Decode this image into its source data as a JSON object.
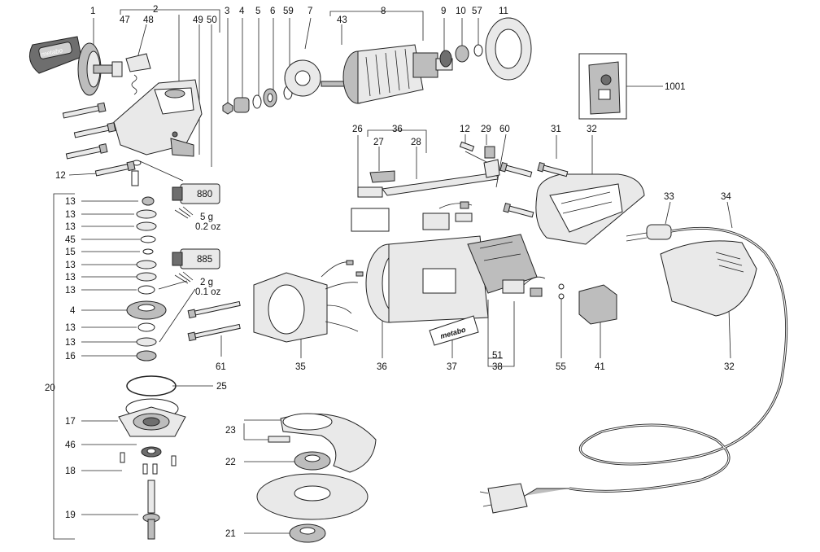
{
  "labels": {
    "l1": "1",
    "l2": "2",
    "l47": "47",
    "l48": "48",
    "l49": "49",
    "l50": "50",
    "l3": "3",
    "l4": "4",
    "l5": "5",
    "l6": "6",
    "l59": "59",
    "l7": "7",
    "l8": "8",
    "l43": "43",
    "l9": "9",
    "l10": "10",
    "l57": "57",
    "l11": "11",
    "l1001": "1001",
    "l12a": "12",
    "l13a": "13",
    "l13b": "13",
    "l13c": "13",
    "l45": "45",
    "l15": "15",
    "l13d": "13",
    "l13e": "13",
    "l13f": "13",
    "l4b": "4",
    "l13g": "13",
    "l13h": "13",
    "l16": "16",
    "l20": "20",
    "l25": "25",
    "l17": "17",
    "l46": "46",
    "l18": "18",
    "l19": "19",
    "l23": "23",
    "l22": "22",
    "l21": "21",
    "l26": "26",
    "l36a": "36",
    "l27": "27",
    "l28": "28",
    "l12b": "12",
    "l29": "29",
    "l60": "60",
    "l31": "31",
    "l32a": "32",
    "l33": "33",
    "l34": "34",
    "l61": "61",
    "l35": "35",
    "l36b": "36",
    "l37": "37",
    "l51": "51",
    "l38": "38",
    "l55": "55",
    "l41": "41",
    "l32b": "32"
  },
  "grease": {
    "tube1_label": "880",
    "tube1_amount": "5 g",
    "tube1_unit": "0.2 oz",
    "tube2_label": "885",
    "tube2_amount": "2 g",
    "tube2_unit": "0.1 oz"
  },
  "brand": {
    "handle_text": "metabo",
    "plate_text": "metabo"
  }
}
